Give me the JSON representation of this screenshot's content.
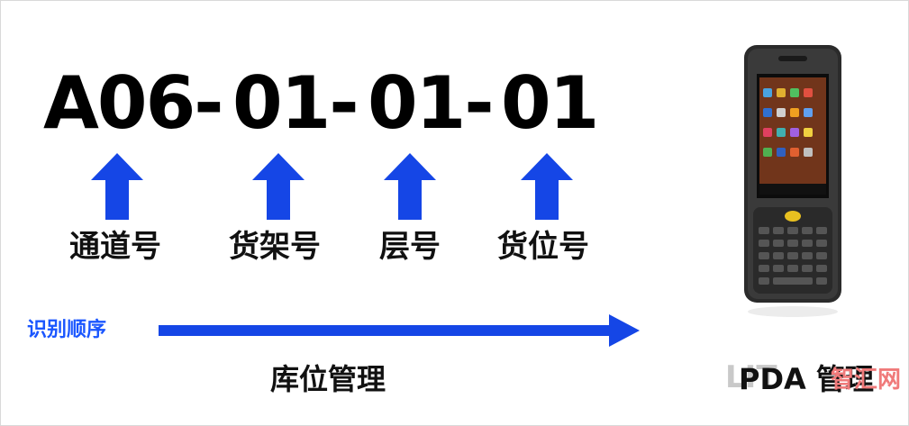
{
  "code": {
    "seg1": "A06-",
    "seg2": "01-",
    "seg3": "01-",
    "seg4": "01"
  },
  "labels": {
    "aisle": "通道号",
    "shelf": "货架号",
    "layer": "层号",
    "slot": "货位号"
  },
  "order": {
    "label": "识别顺序"
  },
  "bottom": {
    "location_mgmt": "库位管理",
    "pda_mgmt": "PDA 管理"
  },
  "watermark": {
    "gray": "LIT",
    "red": "智汇网"
  },
  "colors": {
    "arrow": "#1546e6",
    "order_text": "#1a56ff"
  }
}
